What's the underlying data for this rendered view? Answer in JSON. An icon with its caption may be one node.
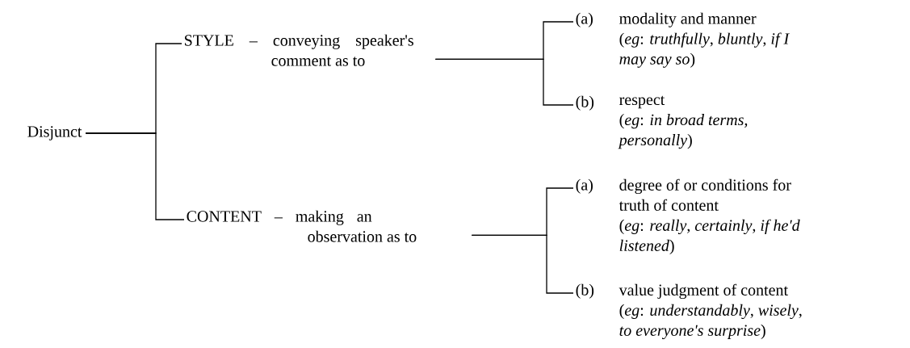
{
  "diagram": {
    "nodes": [
      {
        "text": [
          "Disjunct"
        ]
      },
      {
        "text": [
          "STYLE – conveying speaker's comment as to"
        ]
      },
      {
        "text": [
          "CONTENT – making an observation as to"
        ]
      },
      {
        "text": [
          "(a)",
          "modality and manner",
          "(*eg*: *truthfully*, *bluntly*, *if I may say so*)"
        ]
      },
      {
        "text": [
          "(b)",
          "respect",
          "(*eg*: *in broad terms*, *personally*)"
        ]
      },
      {
        "text": [
          "(a)",
          "degree of or conditions for truth of content",
          "(*eg*: *really*, *certainly*, *if he'd listened*)"
        ]
      },
      {
        "text": [
          "(b)",
          "value judgment of content",
          "(*eg*: *understandably*, *wisely*, *to everyone's surprise*)"
        ]
      }
    ],
    "edges": [
      {
        "from": 0,
        "to": 1,
        "arrow": "none"
      },
      {
        "from": 0,
        "to": 2,
        "arrow": "none"
      },
      {
        "from": 1,
        "to": 3,
        "arrow": "none"
      },
      {
        "from": 1,
        "to": 4,
        "arrow": "none"
      },
      {
        "from": 2,
        "to": 5,
        "arrow": "none"
      },
      {
        "from": 2,
        "to": 6,
        "arrow": "none"
      }
    ]
  }
}
